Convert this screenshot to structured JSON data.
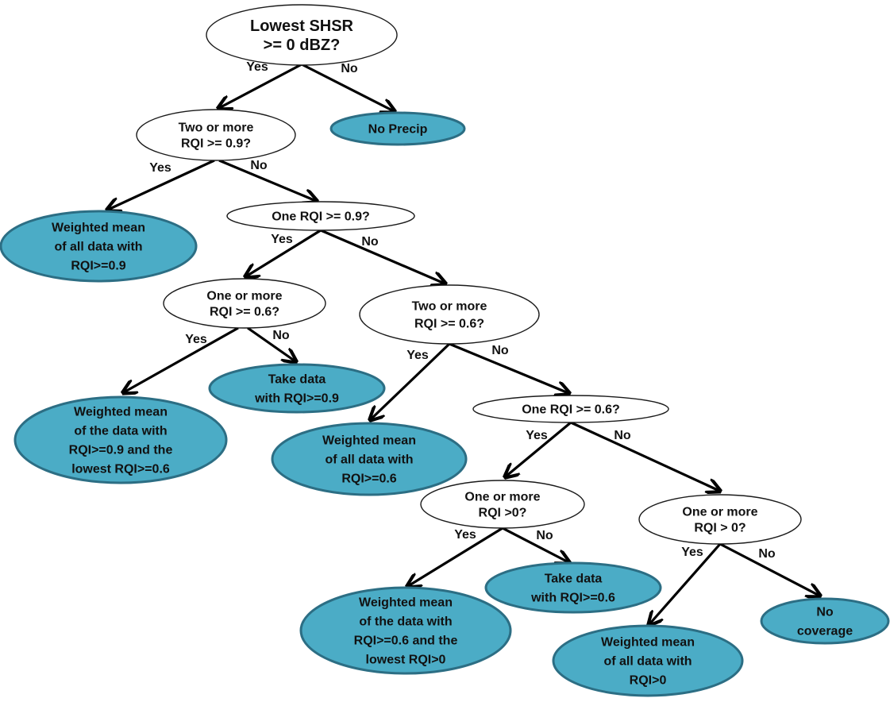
{
  "diagram": {
    "nodes": {
      "n_lowest": {
        "type": "question",
        "lines": [
          "Lowest SHSR",
          ">= 0 dBZ?"
        ]
      },
      "n_noprecip": {
        "type": "result",
        "lines": [
          "No Precip"
        ]
      },
      "n_two09": {
        "type": "question",
        "lines": [
          "Two or more",
          "RQI >= 0.9?"
        ]
      },
      "n_wm09": {
        "type": "result",
        "lines": [
          "Weighted mean",
          "of all data with",
          "RQI>=0.9"
        ]
      },
      "n_one09": {
        "type": "question",
        "lines": [
          "One RQI >= 0.9?"
        ]
      },
      "n_oneormore06": {
        "type": "question",
        "lines": [
          "One or more",
          "RQI >= 0.6?"
        ]
      },
      "n_take09": {
        "type": "result",
        "lines": [
          "Take data",
          "with RQI>=0.9"
        ]
      },
      "n_wm09_06": {
        "type": "result",
        "lines": [
          "Weighted mean",
          "of the data with",
          "RQI>=0.9 and the",
          "lowest RQI>=0.6"
        ]
      },
      "n_two06": {
        "type": "question",
        "lines": [
          "Two or more",
          "RQI >= 0.6?"
        ]
      },
      "n_wm06": {
        "type": "result",
        "lines": [
          "Weighted mean",
          "of all data with",
          "RQI>=0.6"
        ]
      },
      "n_one06": {
        "type": "question",
        "lines": [
          "One RQI >= 0.6?"
        ]
      },
      "n_oneormore0a": {
        "type": "question",
        "lines": [
          "One or more",
          "RQI >0?"
        ]
      },
      "n_take06": {
        "type": "result",
        "lines": [
          "Take data",
          "with RQI>=0.6"
        ]
      },
      "n_wm06_0": {
        "type": "result",
        "lines": [
          "Weighted mean",
          "of the data with",
          "RQI>=0.6 and the",
          "lowest RQI>0"
        ]
      },
      "n_oneormore0b": {
        "type": "question",
        "lines": [
          "One or more",
          "RQI > 0?"
        ]
      },
      "n_wm0": {
        "type": "result",
        "lines": [
          "Weighted mean",
          "of all data with",
          "RQI>0"
        ]
      },
      "n_nocov": {
        "type": "result",
        "lines": [
          "No",
          "coverage"
        ]
      }
    },
    "edges": [
      {
        "from": "n_lowest",
        "to": "n_two09",
        "label": "Yes"
      },
      {
        "from": "n_lowest",
        "to": "n_noprecip",
        "label": "No"
      },
      {
        "from": "n_two09",
        "to": "n_wm09",
        "label": "Yes"
      },
      {
        "from": "n_two09",
        "to": "n_one09",
        "label": "No"
      },
      {
        "from": "n_one09",
        "to": "n_oneormore06",
        "label": "Yes"
      },
      {
        "from": "n_one09",
        "to": "n_two06",
        "label": "No"
      },
      {
        "from": "n_oneormore06",
        "to": "n_wm09_06",
        "label": "Yes"
      },
      {
        "from": "n_oneormore06",
        "to": "n_take09",
        "label": "No"
      },
      {
        "from": "n_two06",
        "to": "n_wm06",
        "label": "Yes"
      },
      {
        "from": "n_two06",
        "to": "n_one06",
        "label": "No"
      },
      {
        "from": "n_one06",
        "to": "n_oneormore0a",
        "label": "Yes"
      },
      {
        "from": "n_one06",
        "to": "n_oneormore0b",
        "label": "No"
      },
      {
        "from": "n_oneormore0a",
        "to": "n_wm06_0",
        "label": "Yes"
      },
      {
        "from": "n_oneormore0a",
        "to": "n_take06",
        "label": "No"
      },
      {
        "from": "n_oneormore0b",
        "to": "n_wm0",
        "label": "Yes"
      },
      {
        "from": "n_oneormore0b",
        "to": "n_nocov",
        "label": "No"
      }
    ]
  }
}
